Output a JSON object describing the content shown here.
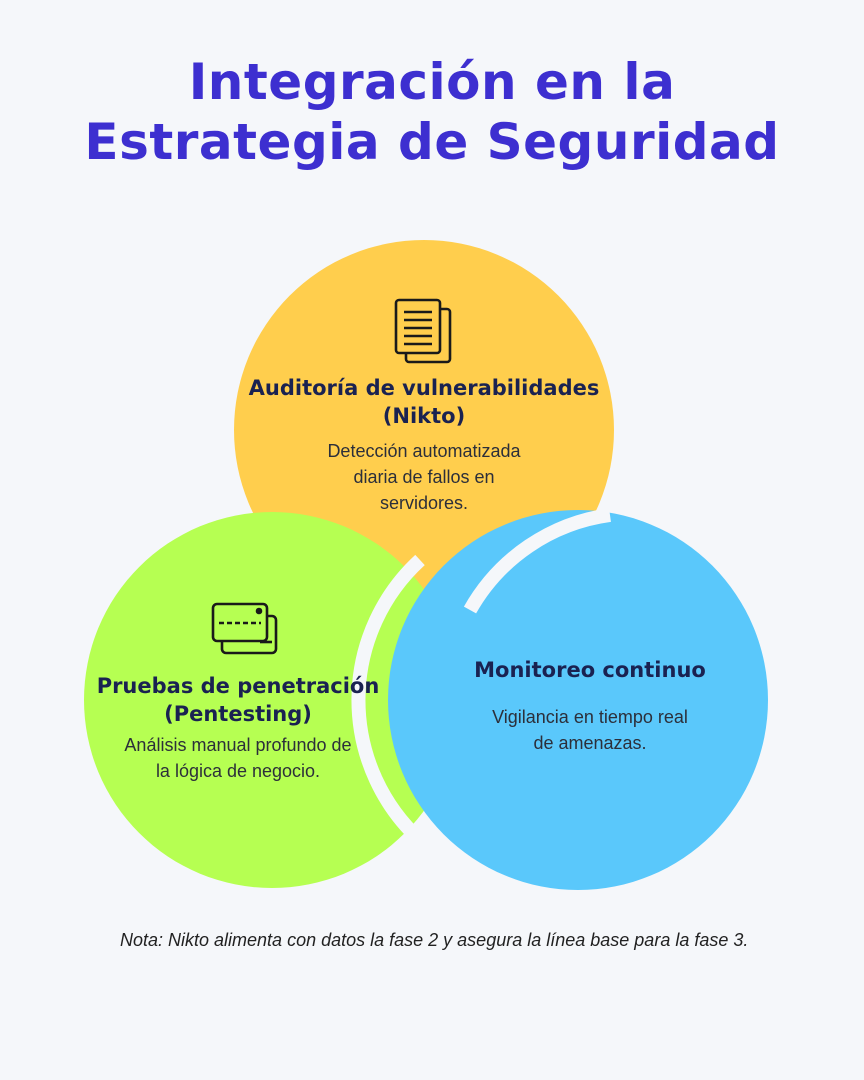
{
  "title": {
    "line1": "Integración en la",
    "line2": "Estrategia de Seguridad"
  },
  "circles": [
    {
      "heading": "Auditoría de vulnerabilidades (Nikto)",
      "description": "Detección automatizada diaria de fallos en servidores.",
      "icon": "documents-icon",
      "color": "#ffce4d"
    },
    {
      "heading": "Pruebas de penetración (Pentesting)",
      "description": "Análisis manual profundo de la lógica de negocio.",
      "icon": "credit-cards-icon",
      "color": "#b6ff52"
    },
    {
      "heading": "Monitoreo continuo",
      "description": "Vigilancia en tiempo real de amenazas.",
      "icon": "",
      "color": "#5ac8fb"
    }
  ],
  "note": "Nota: Nikto alimenta con datos la fase 2 y asegura la línea base para la fase 3.",
  "colors": {
    "title": "#3d2fd0",
    "heading": "#1a2251",
    "background": "#f5f7fa"
  }
}
